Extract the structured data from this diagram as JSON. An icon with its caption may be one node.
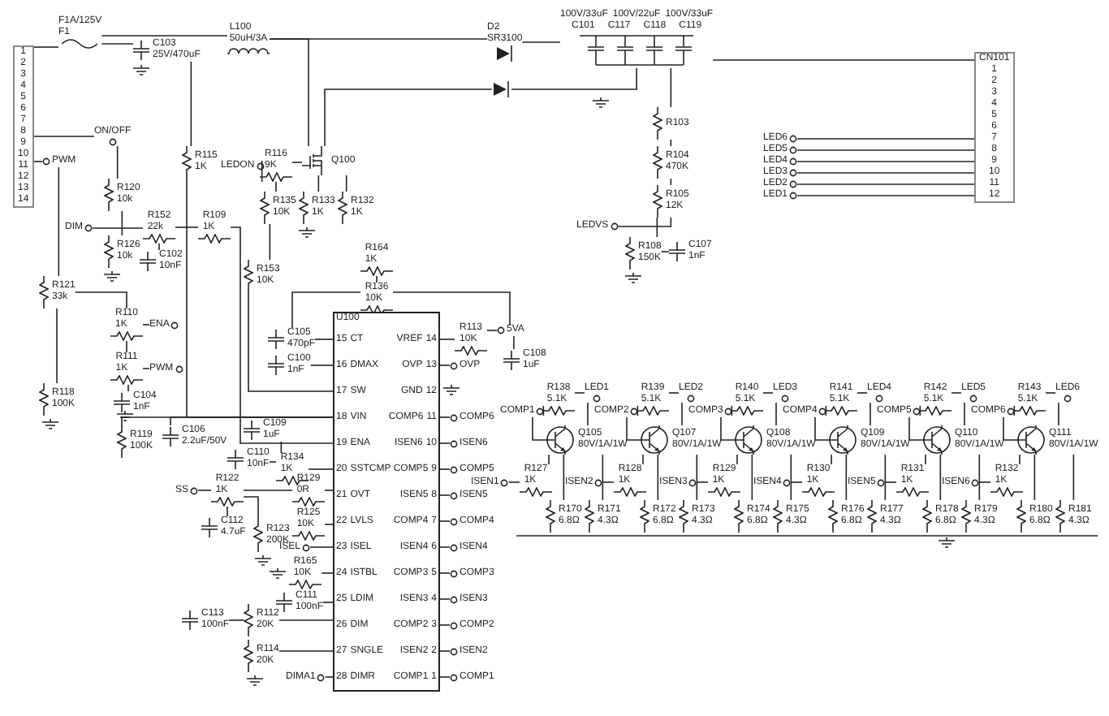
{
  "diagram": {
    "nodes": [
      {
        "text": [
          "1",
          "2",
          "3",
          "4",
          "5",
          "6",
          "7",
          "8",
          "9",
          "10",
          "11",
          "12",
          "13",
          "14"
        ]
      },
      {
        "text": [
          "F1A/125V",
          "F1"
        ]
      },
      {
        "text": [
          "C103",
          "25V/470uF"
        ]
      },
      {
        "text": [
          "L100",
          "50uH/3A"
        ]
      },
      {
        "text": [
          "D2",
          "SR3100"
        ]
      },
      {
        "text": [],
        "shape": "diode"
      },
      {
        "text": [
          "100V/33uF",
          "100V/22uF",
          "100V/33uF",
          "C101",
          "C117",
          "C118",
          "C119"
        ]
      },
      {
        "text": [
          "R103"
        ]
      },
      {
        "text": [
          "R104",
          "470K"
        ]
      },
      {
        "text": [
          "R105",
          "12K"
        ]
      },
      {
        "text": [
          "LEDVS"
        ]
      },
      {
        "text": [
          "R108",
          "150K"
        ]
      },
      {
        "text": [
          "C107",
          "1nF"
        ]
      },
      {
        "text": [
          "CN101",
          "1",
          "2",
          "3",
          "4",
          "5",
          "6",
          "7",
          "8",
          "9",
          "10",
          "11",
          "12"
        ]
      },
      {
        "text": [
          "LED6"
        ]
      },
      {
        "text": [
          "LED5"
        ]
      },
      {
        "text": [
          "LED4"
        ]
      },
      {
        "text": [
          "LED3"
        ]
      },
      {
        "text": [
          "LED2"
        ]
      },
      {
        "text": [
          "LED1"
        ]
      },
      {
        "text": [
          "R115",
          "1K"
        ]
      },
      {
        "text": [
          "ON/OFF"
        ]
      },
      {
        "text": [
          "PWM"
        ]
      },
      {
        "text": [
          "R120",
          "10k"
        ]
      },
      {
        "text": [
          "R126",
          "10k"
        ]
      },
      {
        "text": [
          "R152",
          "22k"
        ]
      },
      {
        "text": [
          "C102",
          "10nF"
        ]
      },
      {
        "text": [
          "R109",
          "1K"
        ]
      },
      {
        "text": [
          "DIM"
        ]
      },
      {
        "text": [
          "Q100"
        ]
      },
      {
        "text": [
          "R116",
          "9K"
        ]
      },
      {
        "text": [
          "LEDON"
        ]
      },
      {
        "text": [
          "R135",
          "10K"
        ]
      },
      {
        "text": [
          "R133",
          "1K"
        ]
      },
      {
        "text": [
          "R132",
          "1K"
        ]
      },
      {
        "text": [
          "R153",
          "10K"
        ]
      },
      {
        "text": [
          "R121",
          "33k"
        ]
      },
      {
        "text": [
          "R110",
          "1K"
        ]
      },
      {
        "text": [
          "ENA"
        ]
      },
      {
        "text": [
          "R111",
          "1K"
        ]
      },
      {
        "text": [
          "PWM"
        ]
      },
      {
        "text": [
          "C104",
          "1nF"
        ]
      },
      {
        "text": [
          "R118",
          "100K"
        ]
      },
      {
        "text": [
          "R164",
          "1K"
        ]
      },
      {
        "text": [
          "R136",
          "10K"
        ]
      },
      {
        "text": [
          "C105",
          "470pF"
        ]
      },
      {
        "text": [
          "C100",
          "1nF"
        ]
      },
      {
        "text": [
          "U100",
          "15",
          "CT",
          "16",
          "DMAX",
          "17",
          "SW",
          "18",
          "VIN",
          "19",
          "ENA",
          "20",
          "SSTCMP",
          "21",
          "OVT",
          "22",
          "LVLS",
          "23",
          "ISEL",
          "24",
          "ISTBL",
          "25",
          "LDIM",
          "26",
          "DIM",
          "27",
          "SNGLE",
          "28",
          "DIMR",
          "VREF",
          "14",
          "OVP",
          "13",
          "GND",
          "12",
          "COMP6",
          "11",
          "ISEN6",
          "10",
          "COMP5",
          "9",
          "ISEN5",
          "8",
          "COMP4",
          "7",
          "ISEN4",
          "6",
          "COMP3",
          "5",
          "ISEN3",
          "4",
          "COMP2",
          "3",
          "ISEN2",
          "2",
          "COMP1",
          "1"
        ]
      },
      {
        "text": [
          "R113",
          "10K"
        ]
      },
      {
        "text": [
          "C108",
          "1uF"
        ]
      },
      {
        "text": [
          "5VA"
        ]
      },
      {
        "text": [
          "OVP"
        ]
      },
      {
        "text": [
          "C106",
          "2.2uF/50V"
        ]
      },
      {
        "text": [
          "R119",
          "100K"
        ]
      },
      {
        "text": [
          "C109",
          "1uF"
        ]
      },
      {
        "text": [
          "C110",
          "10nF"
        ]
      },
      {
        "text": [
          "R134",
          "1K"
        ]
      },
      {
        "text": [
          "SS"
        ]
      },
      {
        "text": [
          "R122",
          "1K"
        ]
      },
      {
        "text": [
          "R129",
          "0R"
        ]
      },
      {
        "text": [
          "C112",
          "4.7uF"
        ]
      },
      {
        "text": [
          "R123",
          "200K"
        ]
      },
      {
        "text": [
          "R125",
          "10K"
        ]
      },
      {
        "text": [
          "ISEL"
        ]
      },
      {
        "text": [
          "R165",
          "10K"
        ]
      },
      {
        "text": [
          "C111",
          "100nF"
        ]
      },
      {
        "text": [
          "C113",
          "100nF"
        ]
      },
      {
        "text": [
          "R112",
          "20K"
        ]
      },
      {
        "text": [
          "R114",
          "20K"
        ]
      },
      {
        "text": [
          "DIMA1"
        ]
      },
      {
        "text": [
          "COMP1"
        ]
      },
      {
        "text": [
          "R138",
          "5.1K"
        ]
      },
      {
        "text": [
          "LED1"
        ]
      },
      {
        "text": [
          "Q105",
          "80V/1A/1W"
        ]
      },
      {
        "text": [
          "ISEN1"
        ]
      },
      {
        "text": [
          "R127",
          "1K"
        ]
      },
      {
        "text": [
          "R170",
          "6.8Ω"
        ]
      },
      {
        "text": [
          "R171",
          "4.3Ω"
        ]
      },
      {
        "text": [
          "COMP2"
        ]
      },
      {
        "text": [
          "R139",
          "5.1K"
        ]
      },
      {
        "text": [
          "LED2"
        ]
      },
      {
        "text": [
          "Q107",
          "80V/1A/1W"
        ]
      },
      {
        "text": [
          "ISEN2"
        ]
      },
      {
        "text": [
          "R128",
          "1K"
        ]
      },
      {
        "text": [
          "R172",
          "6.8Ω"
        ]
      },
      {
        "text": [
          "R173",
          "4.3Ω"
        ]
      },
      {
        "text": [
          "COMP3"
        ]
      },
      {
        "text": [
          "R140",
          "5.1K"
        ]
      },
      {
        "text": [
          "LED3"
        ]
      },
      {
        "text": [
          "Q108",
          "80V/1A/1W"
        ]
      },
      {
        "text": [
          "ISEN3"
        ]
      },
      {
        "text": [
          "R129",
          "1K"
        ]
      },
      {
        "text": [
          "R174",
          "6.8Ω"
        ]
      },
      {
        "text": [
          "R175",
          "4.3Ω"
        ]
      },
      {
        "text": [
          "COMP4"
        ]
      },
      {
        "text": [
          "R141",
          "5.1K"
        ]
      },
      {
        "text": [
          "LED4"
        ]
      },
      {
        "text": [
          "Q109",
          "80V/1A/1W"
        ]
      },
      {
        "text": [
          "ISEN4"
        ]
      },
      {
        "text": [
          "R130",
          "1K"
        ]
      },
      {
        "text": [
          "R176",
          "6.8Ω"
        ]
      },
      {
        "text": [
          "R177",
          "4.3Ω"
        ]
      },
      {
        "text": [
          "COMP5"
        ]
      },
      {
        "text": [
          "R142",
          "5.1K"
        ]
      },
      {
        "text": [
          "LED5"
        ]
      },
      {
        "text": [
          "Q110",
          "80V/1A/1W"
        ]
      },
      {
        "text": [
          "ISEN5"
        ]
      },
      {
        "text": [
          "R131",
          "1K"
        ]
      },
      {
        "text": [
          "R178",
          "6.8Ω"
        ]
      },
      {
        "text": [
          "R179",
          "4.3Ω"
        ]
      },
      {
        "text": [
          "COMP6"
        ]
      },
      {
        "text": [
          "R143",
          "5.1K"
        ]
      },
      {
        "text": [
          "LED6"
        ]
      },
      {
        "text": [
          "Q111",
          "80V/1A/1W"
        ]
      },
      {
        "text": [
          "ISEN6"
        ]
      },
      {
        "text": [
          "R132",
          "1K"
        ]
      },
      {
        "text": [
          "R180",
          "6.8Ω"
        ]
      },
      {
        "text": [
          "R181",
          "4.3Ω"
        ]
      },
      {
        "text": [
          "COMP6"
        ]
      },
      {
        "text": [
          "ISEN6"
        ]
      },
      {
        "text": [
          "COMP5"
        ]
      },
      {
        "text": [
          "ISEN5"
        ]
      },
      {
        "text": [
          "COMP4"
        ]
      },
      {
        "text": [
          "ISEN4"
        ]
      },
      {
        "text": [
          "COMP3"
        ]
      },
      {
        "text": [
          "ISEN3"
        ]
      },
      {
        "text": [
          "COMP2"
        ]
      },
      {
        "text": [
          "ISEN2"
        ]
      },
      {
        "text": [
          "COMP1"
        ]
      }
    ],
    "edges": [
      {
        "from": 0,
        "to": 1,
        "arrow": "none"
      },
      {
        "from": 0,
        "to": 21,
        "arrow": "none"
      },
      {
        "from": 0,
        "to": 22,
        "arrow": "none"
      },
      {
        "from": 1,
        "to": 2,
        "arrow": "none"
      },
      {
        "from": 1,
        "to": 3,
        "arrow": "none"
      },
      {
        "from": 2,
        "to": 20,
        "arrow": "none"
      },
      {
        "from": 3,
        "to": 4,
        "arrow": "none"
      },
      {
        "from": 3,
        "to": 29,
        "arrow": "none"
      },
      {
        "from": 29,
        "to": 5,
        "arrow": "none"
      },
      {
        "from": 4,
        "to": 6,
        "arrow": "none"
      },
      {
        "from": 5,
        "to": 6,
        "arrow": "none"
      },
      {
        "from": 6,
        "to": 7,
        "arrow": "none"
      },
      {
        "from": 6,
        "to": 13,
        "arrow": "none"
      },
      {
        "from": 7,
        "to": 8,
        "arrow": "none"
      },
      {
        "from": 8,
        "to": 9,
        "arrow": "none"
      },
      {
        "from": 9,
        "to": 11,
        "arrow": "none"
      },
      {
        "from": 10,
        "to": 9,
        "arrow": "none"
      },
      {
        "from": 11,
        "to": 12,
        "arrow": "none"
      },
      {
        "from": 14,
        "to": 13,
        "arrow": "none"
      },
      {
        "from": 15,
        "to": 13,
        "arrow": "none"
      },
      {
        "from": 16,
        "to": 13,
        "arrow": "none"
      },
      {
        "from": 17,
        "to": 13,
        "arrow": "none"
      },
      {
        "from": 18,
        "to": 13,
        "arrow": "none"
      },
      {
        "from": 19,
        "to": 13,
        "arrow": "none"
      },
      {
        "from": 21,
        "to": 23,
        "arrow": "none"
      },
      {
        "from": 23,
        "to": 24,
        "arrow": "none"
      },
      {
        "from": 28,
        "to": 25,
        "arrow": "none"
      },
      {
        "from": 25,
        "to": 27,
        "arrow": "none"
      },
      {
        "from": 25,
        "to": 26,
        "arrow": "none"
      },
      {
        "from": 27,
        "to": 47,
        "arrow": "none"
      },
      {
        "from": 20,
        "to": 47,
        "arrow": "none"
      },
      {
        "from": 22,
        "to": 36,
        "arrow": "none"
      },
      {
        "from": 36,
        "to": 42,
        "arrow": "none"
      },
      {
        "from": 36,
        "to": 37,
        "arrow": "none"
      },
      {
        "from": 37,
        "to": 39,
        "arrow": "none"
      },
      {
        "from": 37,
        "to": 38,
        "arrow": "none"
      },
      {
        "from": 39,
        "to": 40,
        "arrow": "none"
      },
      {
        "from": 39,
        "to": 41,
        "arrow": "none"
      },
      {
        "from": 31,
        "to": 30,
        "arrow": "none"
      },
      {
        "from": 30,
        "to": 29,
        "arrow": "none"
      },
      {
        "from": 30,
        "to": 32,
        "arrow": "none"
      },
      {
        "from": 29,
        "to": 33,
        "arrow": "none"
      },
      {
        "from": 29,
        "to": 34,
        "arrow": "none"
      },
      {
        "from": 32,
        "to": 35,
        "arrow": "none"
      },
      {
        "from": 35,
        "to": 47,
        "arrow": "none"
      },
      {
        "from": 43,
        "to": 44,
        "arrow": "none"
      },
      {
        "from": 44,
        "to": 45,
        "arrow": "none"
      },
      {
        "from": 44,
        "to": 50,
        "arrow": "none"
      },
      {
        "from": 45,
        "to": 47,
        "arrow": "none"
      },
      {
        "from": 46,
        "to": 47,
        "arrow": "none"
      },
      {
        "from": 48,
        "to": 47,
        "arrow": "none"
      },
      {
        "from": 48,
        "to": 50,
        "arrow": "none"
      },
      {
        "from": 49,
        "to": 50,
        "arrow": "none"
      },
      {
        "from": 51,
        "to": 47,
        "arrow": "none"
      },
      {
        "from": 52,
        "to": 47,
        "arrow": "none"
      },
      {
        "from": 53,
        "to": 47,
        "arrow": "none"
      },
      {
        "from": 55,
        "to": 56,
        "arrow": "none"
      },
      {
        "from": 54,
        "to": 56,
        "arrow": "none"
      },
      {
        "from": 56,
        "to": 47,
        "arrow": "none"
      },
      {
        "from": 57,
        "to": 58,
        "arrow": "none"
      },
      {
        "from": 58,
        "to": 59,
        "arrow": "none"
      },
      {
        "from": 60,
        "to": 58,
        "arrow": "none"
      },
      {
        "from": 61,
        "to": 58,
        "arrow": "none"
      },
      {
        "from": 59,
        "to": 47,
        "arrow": "none"
      },
      {
        "from": 62,
        "to": 47,
        "arrow": "none"
      },
      {
        "from": 63,
        "to": 47,
        "arrow": "none"
      },
      {
        "from": 64,
        "to": 47,
        "arrow": "none"
      },
      {
        "from": 65,
        "to": 47,
        "arrow": "none"
      },
      {
        "from": 66,
        "to": 67,
        "arrow": "none"
      },
      {
        "from": 67,
        "to": 47,
        "arrow": "none"
      },
      {
        "from": 68,
        "to": 47,
        "arrow": "none"
      },
      {
        "from": 69,
        "to": 47,
        "arrow": "none"
      },
      {
        "from": 118,
        "to": 47,
        "arrow": "none"
      },
      {
        "from": 119,
        "to": 47,
        "arrow": "none"
      },
      {
        "from": 120,
        "to": 47,
        "arrow": "none"
      },
      {
        "from": 121,
        "to": 47,
        "arrow": "none"
      },
      {
        "from": 122,
        "to": 47,
        "arrow": "none"
      },
      {
        "from": 123,
        "to": 47,
        "arrow": "none"
      },
      {
        "from": 124,
        "to": 47,
        "arrow": "none"
      },
      {
        "from": 125,
        "to": 47,
        "arrow": "none"
      },
      {
        "from": 126,
        "to": 47,
        "arrow": "none"
      },
      {
        "from": 127,
        "to": 47,
        "arrow": "none"
      },
      {
        "from": 128,
        "to": 47,
        "arrow": "none"
      },
      {
        "from": 70,
        "to": 71,
        "arrow": "none"
      },
      {
        "from": 71,
        "to": 72,
        "arrow": "none"
      },
      {
        "from": 70,
        "to": 73,
        "arrow": "none"
      },
      {
        "from": 72,
        "to": 73,
        "arrow": "none"
      },
      {
        "from": 74,
        "to": 75,
        "arrow": "none"
      },
      {
        "from": 75,
        "to": 73,
        "arrow": "none"
      },
      {
        "from": 73,
        "to": 76,
        "arrow": "none"
      },
      {
        "from": 73,
        "to": 77,
        "arrow": "none"
      },
      {
        "from": 78,
        "to": 79,
        "arrow": "none"
      },
      {
        "from": 79,
        "to": 80,
        "arrow": "none"
      },
      {
        "from": 78,
        "to": 81,
        "arrow": "none"
      },
      {
        "from": 80,
        "to": 81,
        "arrow": "none"
      },
      {
        "from": 82,
        "to": 83,
        "arrow": "none"
      },
      {
        "from": 83,
        "to": 81,
        "arrow": "none"
      },
      {
        "from": 81,
        "to": 84,
        "arrow": "none"
      },
      {
        "from": 81,
        "to": 85,
        "arrow": "none"
      },
      {
        "from": 86,
        "to": 87,
        "arrow": "none"
      },
      {
        "from": 87,
        "to": 88,
        "arrow": "none"
      },
      {
        "from": 86,
        "to": 89,
        "arrow": "none"
      },
      {
        "from": 88,
        "to": 89,
        "arrow": "none"
      },
      {
        "from": 90,
        "to": 91,
        "arrow": "none"
      },
      {
        "from": 91,
        "to": 89,
        "arrow": "none"
      },
      {
        "from": 89,
        "to": 92,
        "arrow": "none"
      },
      {
        "from": 89,
        "to": 93,
        "arrow": "none"
      },
      {
        "from": 94,
        "to": 95,
        "arrow": "none"
      },
      {
        "from": 95,
        "to": 96,
        "arrow": "none"
      },
      {
        "from": 94,
        "to": 97,
        "arrow": "none"
      },
      {
        "from": 96,
        "to": 97,
        "arrow": "none"
      },
      {
        "from": 98,
        "to": 99,
        "arrow": "none"
      },
      {
        "from": 99,
        "to": 97,
        "arrow": "none"
      },
      {
        "from": 97,
        "to": 100,
        "arrow": "none"
      },
      {
        "from": 97,
        "to": 101,
        "arrow": "none"
      },
      {
        "from": 102,
        "to": 103,
        "arrow": "none"
      },
      {
        "from": 103,
        "to": 104,
        "arrow": "none"
      },
      {
        "from": 102,
        "to": 105,
        "arrow": "none"
      },
      {
        "from": 104,
        "to": 105,
        "arrow": "none"
      },
      {
        "from": 106,
        "to": 107,
        "arrow": "none"
      },
      {
        "from": 107,
        "to": 105,
        "arrow": "none"
      },
      {
        "from": 105,
        "to": 108,
        "arrow": "none"
      },
      {
        "from": 105,
        "to": 109,
        "arrow": "none"
      },
      {
        "from": 110,
        "to": 111,
        "arrow": "none"
      },
      {
        "from": 111,
        "to": 112,
        "arrow": "none"
      },
      {
        "from": 110,
        "to": 113,
        "arrow": "none"
      },
      {
        "from": 112,
        "to": 113,
        "arrow": "none"
      },
      {
        "from": 114,
        "to": 115,
        "arrow": "none"
      },
      {
        "from": 115,
        "to": 113,
        "arrow": "none"
      },
      {
        "from": 113,
        "to": 116,
        "arrow": "none"
      },
      {
        "from": 113,
        "to": 117,
        "arrow": "none"
      }
    ]
  }
}
